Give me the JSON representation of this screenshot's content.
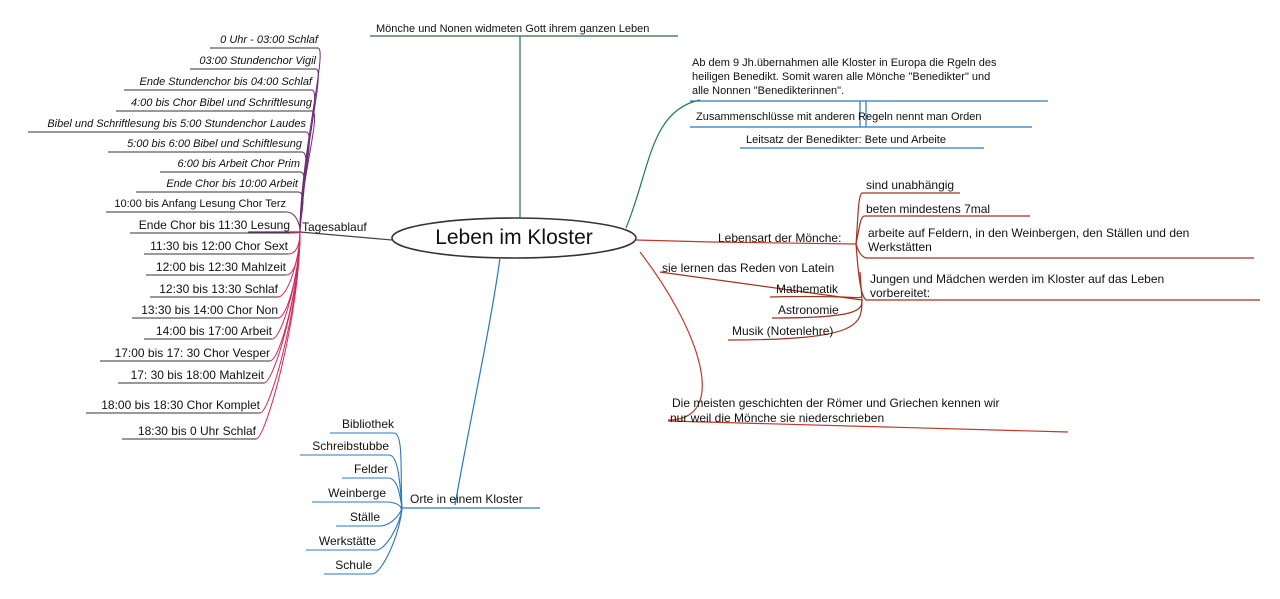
{
  "center": {
    "label": "Leben im Kloster"
  },
  "top_branch": {
    "label": "Mönche und Nonen widmeten Gott ihrem ganzen Leben"
  },
  "benedikt": {
    "line1": "Ab dem 9 Jh.übernahmen alle Kloster in Europa die Rgeln des",
    "line2": "heiligen Benedikt. Somit waren alle Mönche \"Benedikter\" und",
    "line3": "alle Nonnen \"Benedikterinnen\".",
    "orden": "Zusammenschlüsse mit anderen Regeln nennt man Orden",
    "leitsatz": "Leitsatz der Benedikter: Bete und Arbeite"
  },
  "lebensart": {
    "label": "Lebensart der Mönche:",
    "items": [
      "sind unabhängig",
      "beten mindestens 7mal",
      "arbeite auf Feldern, in den Weinbergen, den Ställen und den",
      "Werkstätten",
      "Jungen und Mädchen werden im Kloster auf das Leben",
      "vorbereitet:"
    ],
    "subjects": [
      "sie lernen das Reden von Latein",
      "Mathematik",
      "Astronomie",
      "Musik (Notenlehre)"
    ]
  },
  "roemer": {
    "line1": "Die meisten geschichten der Römer und Griechen kennen wir",
    "line2": "nur weil die Mönche sie niederschrieben"
  },
  "tagesablauf": {
    "label": "Tagesablauf",
    "items": [
      "0 Uhr - 03:00 Schlaf",
      "03:00 Stundenchor Vigil",
      "Ende Stundenchor bis 04:00 Schlaf",
      "4:00 bis Chor Bibel und Schriftlesung",
      "Bibel und Schriftlesung bis 5:00 Stundenchor Laudes",
      "5:00 bis 6:00 Bibel und Schiftlesung",
      "6:00 bis Arbeit Chor Prim",
      "Ende Chor bis 10:00 Arbeit",
      "10:00 bis Anfang Lesung Chor Terz",
      "Ende Chor bis 11:30 Lesung",
      "11:30 bis 12:00 Chor Sext",
      "12:00 bis 12:30 Mahlzeit",
      "12:30 bis 13:30 Schlaf",
      "13:30 bis 14:00 Chor Non",
      "14:00 bis 17:00 Arbeit",
      "17:00 bis 17: 30 Chor Vesper",
      "17: 30 bis 18:00 Mahlzeit",
      "18:00 bis 18:30 Chor Komplet",
      "18:30 bis 0 Uhr Schlaf"
    ]
  },
  "orte": {
    "label": "Orte in einem Kloster",
    "items": [
      "Bibliothek",
      "Schreibstubbe",
      "Felder",
      "Weinberge",
      "Ställe",
      "Werkstätte",
      "Schule"
    ]
  },
  "colors": {
    "green": "#1f7a4a",
    "blue": "#2a78c0",
    "red": "#c0392b",
    "crimson": "#d0285a",
    "purple": "#6b2e73",
    "gray": "#444444"
  }
}
